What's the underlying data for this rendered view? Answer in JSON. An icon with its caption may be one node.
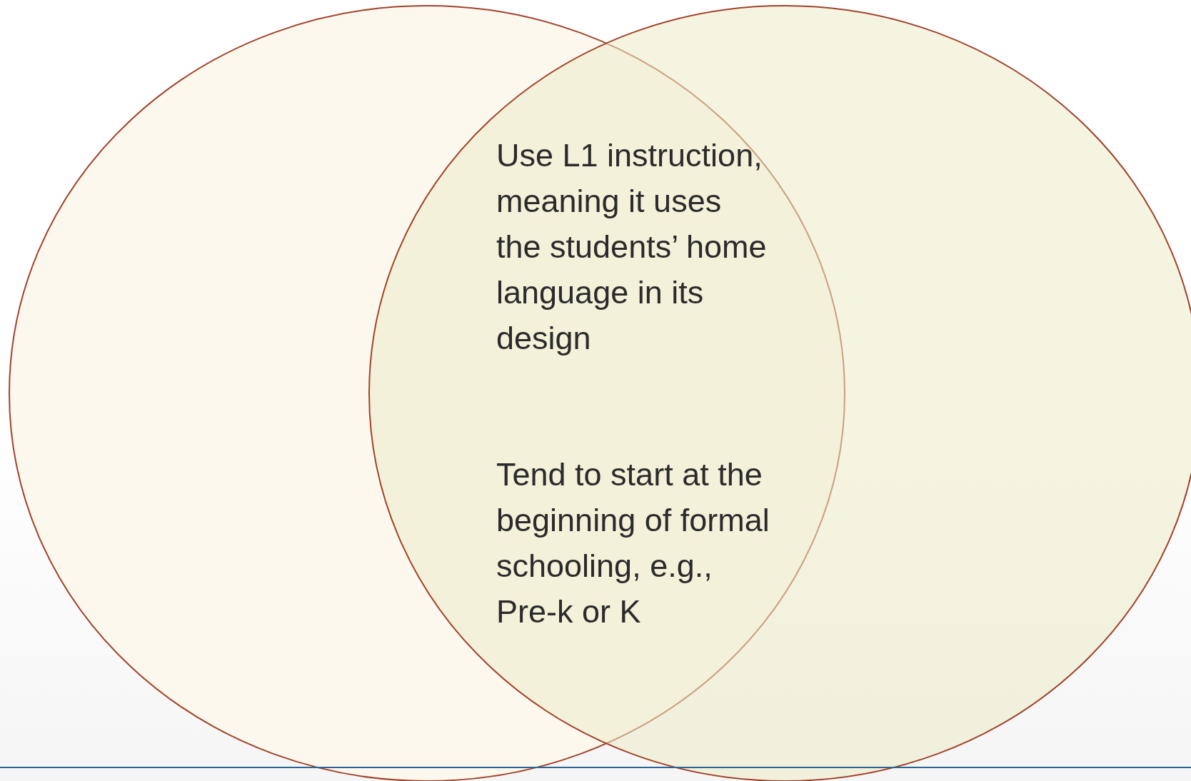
{
  "diagram": {
    "nodes": [
      {
        "text": [],
        "shape": "circle"
      },
      {
        "text": [],
        "shape": "circle"
      }
    ],
    "labels": [
      "Use L1 instruction, meaning it uses the students’ home language in its design",
      "Tend to start at the beginning of formal schooling, e.g., Pre-k or K"
    ]
  }
}
